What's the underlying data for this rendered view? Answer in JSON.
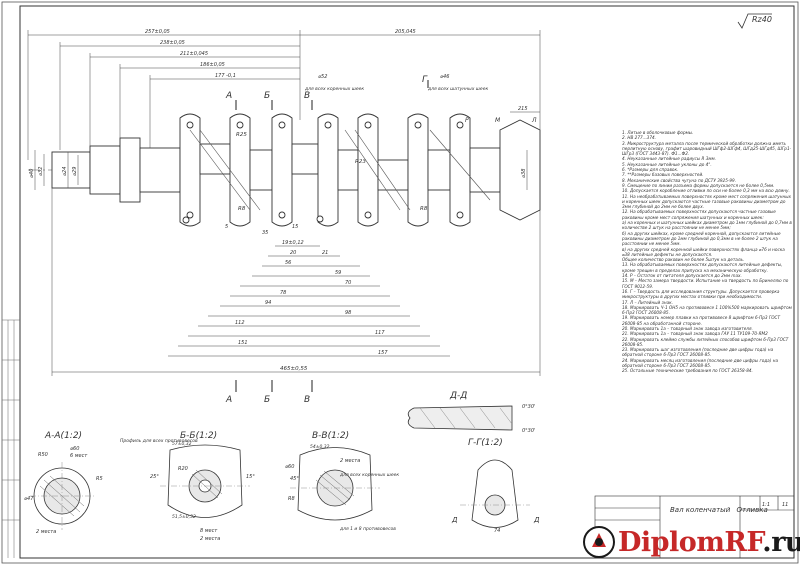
{
  "roughness": "Rz40",
  "dimensions": {
    "d1": "257±0,05",
    "d2": "238±0,05",
    "d3": "211±0,045",
    "d4": "186±0,05",
    "d5": "177 -0,1",
    "d6": "205,045",
    "d7": "465±0,55",
    "dia_main": "⌀52",
    "dia_main_note": "для всех коренных шеек",
    "dia_crank": "⌀46",
    "dia_crank_note": "для всех шатунных шеек",
    "r1": "R25",
    "r2": "R23",
    "r3": "R8",
    "r4": "R8",
    "s1": "5",
    "s2": "35",
    "s3": "15",
    "c1": "19±0,12",
    "c2": "21",
    "c3": "20",
    "c4": "56",
    "c5": "59",
    "c6": "70",
    "c7": "78",
    "c8": "94",
    "c9": "98",
    "c10": "112",
    "c11": "117",
    "c12": "151",
    "c13": "157",
    "a1": "215",
    "left_dia1": "⌀40",
    "left_dia2": "⌀32",
    "left_dia3": "⌀24",
    "left_dia4": "⌀29",
    "right_dia": "⌀38",
    "p_label": "Р",
    "m_label": "М",
    "l_label": "Л"
  },
  "sections": {
    "aa": "А-А(1:2)",
    "bb": "Б-Б(1:2)",
    "vv": "В-В(1:2)",
    "gg": "Г-Г(1:2)",
    "dd": "Д-Д",
    "aa_notes": [
      "6 мест",
      "2 места",
      "R50",
      "⌀60",
      "⌀47",
      "R5"
    ],
    "bb_notes": [
      "Профиль для всех противовесов",
      "8 мест",
      "2 места",
      "57±0,32",
      "51,5±0,32",
      "R20",
      "25°",
      "15°"
    ],
    "vv_notes": [
      "54±0,32",
      "⌀60",
      "2 места",
      "для всех коренных шеек",
      "для 1 и 8 противовесов",
      "R8",
      "45°"
    ],
    "gg_notes": [
      "74",
      "Д",
      "Д"
    ],
    "dd_notes": [
      "0°30'",
      "0°30'"
    ]
  },
  "cuts": [
    "А",
    "Б",
    "В",
    "Г",
    "А",
    "Б",
    "В"
  ],
  "notes": [
    "1. Литые в оболочковые формы.",
    "2. НВ 277...374.",
    "3. Микроструктура металла после термической обработки должна иметь перлитную основу, графит шаровидный ШГф2-ШГф4, ШГд25-ШГд45, ШГр1-ШГр3 (ГОСТ 3443-87). Ф1...Ф2.",
    "4. Неуказанные литейные радиусы R 3мм.",
    "5. Неуказанные литейные уклоны до 4°.",
    "6. *Размеры для справок.",
    "7. **Размеры базовых поверхностей.",
    "8. Механические свойства чугуна по ДСТУ 3925-99.",
    "9. Смещение по линии разъема формы допускается не более 0,5мм.",
    "10. Допускается коробление отливки по оси не более 0,3 мм на всю длину.",
    "11. На необрабатываемых поверхностях кроме мест сопряжения шатунных и коренных шеек допускаются частные газовые раковины диаметром до 3мм глубиной до 2мм не более двух.",
    "12. На обрабатываемых поверхностях допускаются частные газовые раковины кроме мест сопряжения шатунных и коренных шеек:",
    "а) на коренных и шатунных шейках диаметром до 1мм глубиной до 0,7мм в количестве 2 штук на расстоянии не менее 5мм;",
    "б) на других шейках, кроме средней коренной, допускаются литейные раковины диаметром до 1мм глубиной до 0,3мм в не более 2 штук на расстоянии не менее 5мм.",
    "в) на других средней коренной шейки поверхностях фланца ⌀76 и носка ⌀38 литейные дефекты не допускаются.",
    "Общее количество раковин не более 5штук на деталь.",
    "13. На обрабатываемых поверхностях допускаются литейные дефекты, кроме трещин в пределах припуска на механическую обработку.",
    "14. Р – Остаток от питателя допускается до 2мм max.",
    "15. М – Место замера твердости. Испытание на твердость по Бринеллю по ГОСТ 9012-59.",
    "16. Г – Твердость для исследования структуры. Допускается проверка микроструктуры в других местах отливки при необходимости.",
    "17. Л – Литейный знак.",
    "18. Маркировать Ч-1 ОН5 на противовесе 1 100%500 маркировать шрифтом 6-Пр3 ГОСТ 26008-85.",
    "19. Маркировать номер плавки на противовесе 8 шрифтом 6-Пр3 ГОСТ 26008-85 на обработанной стороне.",
    "20. Маркировать 1а – товарный знак завода изготовителя.",
    "21. Маркировать 1а – товарный знак завода ГАУ 11 ТУ109-70-ЯМ2",
    "22. Маркировать клеймо службы литейных способов шрифтом 6-Пр3 ГОСТ 26008-85.",
    "23. Маркировать шаг изготовления (последние две цифры года) на обратной стороне 6-Пр3 ГОСТ 26008-85.",
    "24. Маркировать месяц изготовления (последние две цифры года) на обратной стороне 6-Пр3 ГОСТ 26008-85.",
    "25. Остальные технические требования по ГОСТ 26358-84."
  ],
  "title_block": {
    "title": "Вал коленчатый",
    "extra": "Отливка",
    "sheet": "1:1",
    "num": "11"
  },
  "watermark": {
    "part1": "Diplom",
    "part2": "RF",
    "part3": ".ru"
  }
}
